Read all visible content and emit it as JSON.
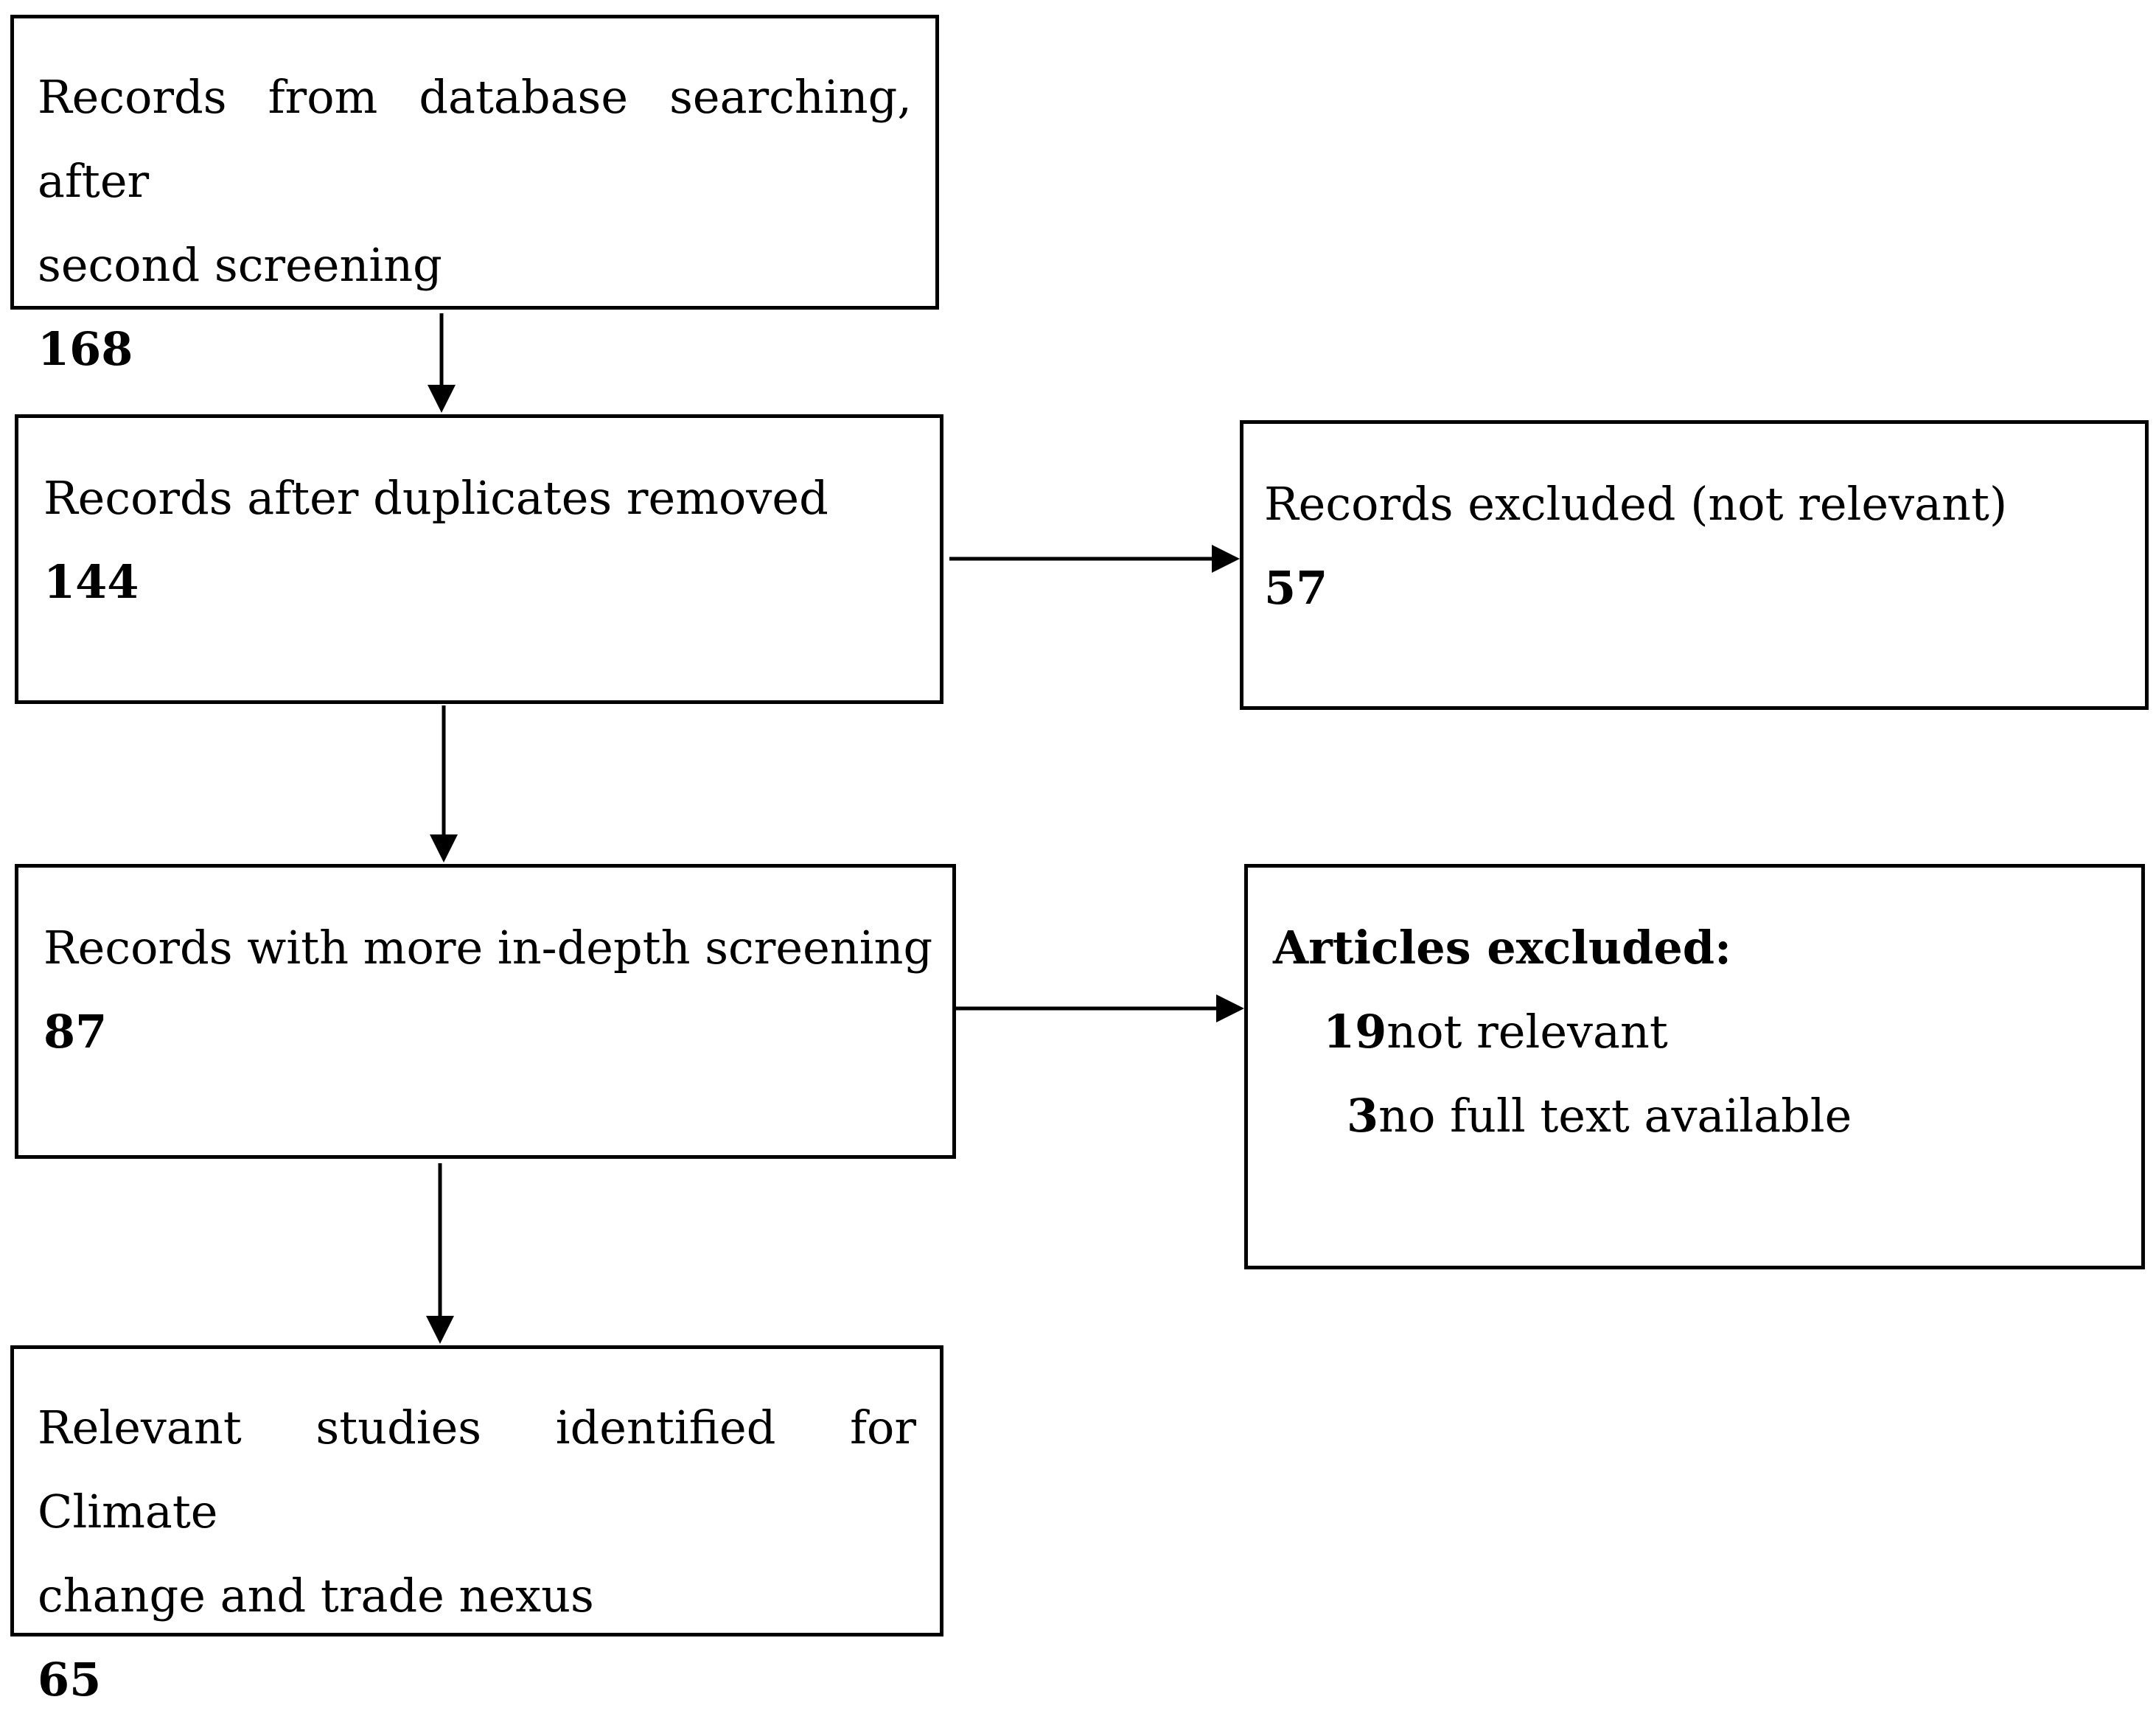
{
  "flow": {
    "identification": {
      "text_line1": "Records from database searching, after",
      "text_line2": "second screening",
      "count": "168"
    },
    "deduplicated": {
      "text": "Records after duplicates removed",
      "count": "144"
    },
    "excluded_not_relevant": {
      "text": "Records excluded (not relevant)",
      "count": "57"
    },
    "in_depth_screening": {
      "text": "Records with more in-depth screening",
      "count": "87"
    },
    "articles_excluded": {
      "heading": "Articles excluded:",
      "reasons": [
        {
          "count": "19",
          "label": "not relevant"
        },
        {
          "count": "3",
          "label": "no full text available"
        }
      ]
    },
    "included": {
      "text_line1": "Relevant studies identified for Climate",
      "text_line2": "change and trade nexus",
      "count": "65"
    }
  }
}
